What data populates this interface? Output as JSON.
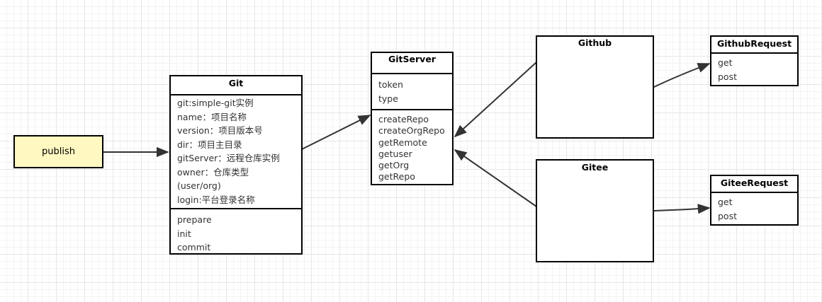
{
  "publish": {
    "label": "publish"
  },
  "git": {
    "title": "Git",
    "attributes": [
      "git:simple-git实例",
      "name：项目名称",
      "version：项目版本号",
      "dir：项目主目录",
      "gitServer：远程仓库实例",
      "owner：仓库类型",
      "(user/org)",
      "login:平台登录名称"
    ],
    "methods": [
      "prepare",
      "init",
      "commit"
    ]
  },
  "gitserver": {
    "title": "GitServer",
    "attributes": [
      "token",
      "type"
    ],
    "methods": [
      "createRepo",
      "createOrgRepo",
      "getRemote",
      "getuser",
      "getOrg",
      "getRepo"
    ]
  },
  "github": {
    "title": "Github"
  },
  "gitee": {
    "title": "Gitee"
  },
  "github_request": {
    "title": "GithubRequest",
    "methods": [
      "get",
      "post"
    ]
  },
  "gitee_request": {
    "title": "GiteeRequest",
    "methods": [
      "get",
      "post"
    ]
  },
  "colors": {
    "publish_fill": "#fff8c1",
    "stroke": "#333333",
    "grid": "#e6e6e6"
  }
}
